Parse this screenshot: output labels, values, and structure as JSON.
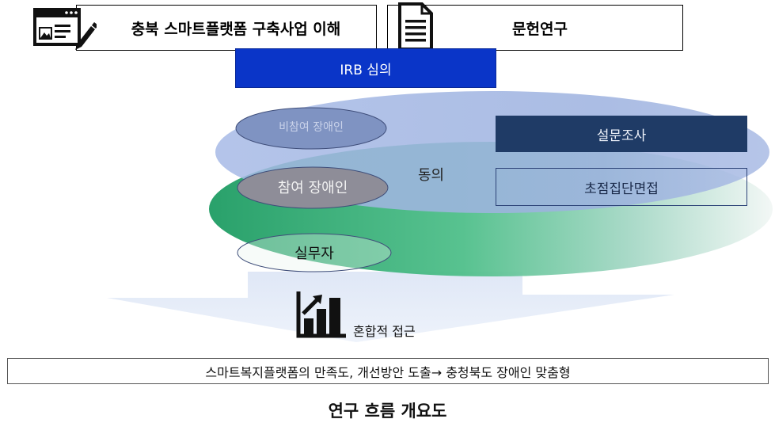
{
  "boxes": {
    "understanding": "충북 스마트플랫폼 구축사업 이해",
    "literature": "문헌연구",
    "irb": "IRB 심의"
  },
  "groups": {
    "non_participant": "비참여 장애인",
    "participant": "참여 장애인",
    "practitioner": "실무자"
  },
  "consent_label": "동의",
  "methods": {
    "survey": "설문조사",
    "fgi": "초점집단면접"
  },
  "approach_label": "혼합적 접근",
  "outcome": "스마트복지플랫폼의 만족도, 개선방안 도출→ 충청북도 장애인 맞춤형",
  "caption": "연구 흐름 개요도",
  "colors": {
    "irb_fill": "#0a35c8",
    "survey_fill": "#1f3b66",
    "ellipse_blue": "#9bb0df",
    "ellipse_green": "#27a26a"
  },
  "icons": {
    "browser_edit": "browser-edit-icon",
    "document": "document-icon",
    "bar_chart": "bar-chart-growth-icon"
  }
}
